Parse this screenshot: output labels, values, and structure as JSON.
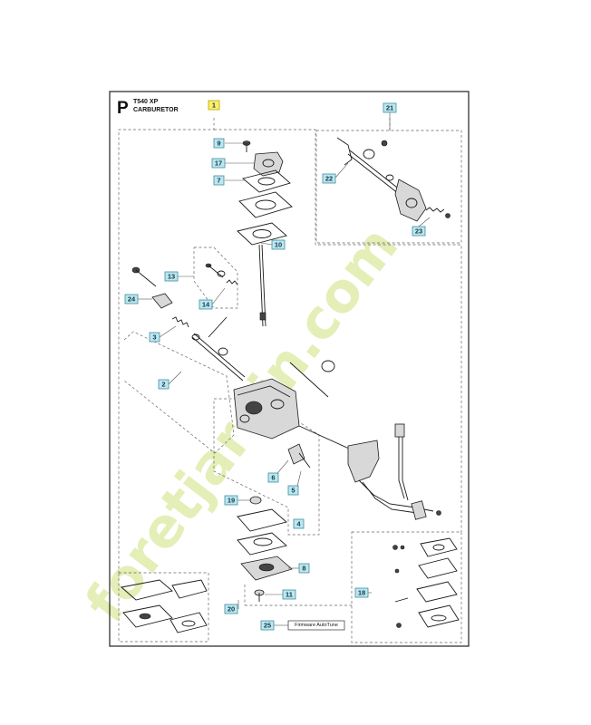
{
  "header": {
    "section_letter": "P",
    "model": "T540 XP",
    "title": "CARBURETOR"
  },
  "callouts": [
    {
      "id": "1",
      "label": "1",
      "highlight": true
    },
    {
      "id": "2",
      "label": "2"
    },
    {
      "id": "3",
      "label": "3"
    },
    {
      "id": "4",
      "label": "4"
    },
    {
      "id": "5",
      "label": "5"
    },
    {
      "id": "6",
      "label": "6"
    },
    {
      "id": "7",
      "label": "7"
    },
    {
      "id": "8",
      "label": "8"
    },
    {
      "id": "9",
      "label": "9"
    },
    {
      "id": "10",
      "label": "10"
    },
    {
      "id": "11",
      "label": "11"
    },
    {
      "id": "13",
      "label": "13"
    },
    {
      "id": "14",
      "label": "14"
    },
    {
      "id": "17",
      "label": "17"
    },
    {
      "id": "18",
      "label": "18"
    },
    {
      "id": "19",
      "label": "19"
    },
    {
      "id": "20",
      "label": "20"
    },
    {
      "id": "21",
      "label": "21"
    },
    {
      "id": "22",
      "label": "22"
    },
    {
      "id": "23",
      "label": "23"
    },
    {
      "id": "24",
      "label": "24"
    },
    {
      "id": "25",
      "label": "25"
    }
  ],
  "firmware_label": "Firmware AutoTune",
  "watermark": "foretjardin.com",
  "colors": {
    "callout_fill": "#bfe6ee",
    "callout_highlight": "#fbf06a",
    "watermark": "#dbe9a0"
  }
}
